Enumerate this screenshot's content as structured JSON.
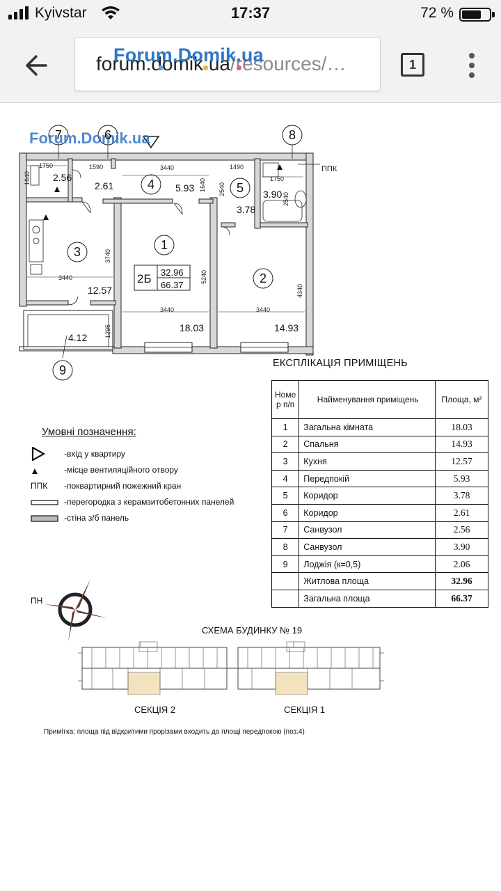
{
  "status_bar": {
    "carrier": "Kyivstar",
    "time": "17:37",
    "battery_percent_text": "72 %",
    "battery_level": 0.72
  },
  "browser": {
    "url_domain": "forum.domik.ua",
    "url_path": "/resources/…",
    "watermark": "Forum.Domik.ua",
    "tab_count": "1"
  },
  "plan": {
    "watermark": "Forum.Domik.ua",
    "apartment_type": "2Б",
    "living_area": "32.96",
    "total_area": "66.37",
    "ppk_label": "ППК",
    "room_numbers": [
      "1",
      "2",
      "3",
      "4",
      "5",
      "6",
      "7",
      "8",
      "9"
    ],
    "room_areas": {
      "r1": "18.03",
      "r2": "14.93",
      "r3": "12.57",
      "r4": "5.93",
      "r5": "3.78",
      "r6": "2.61",
      "r7": "2.56",
      "r8": "3.90",
      "r9": "4.12"
    },
    "dimensions": {
      "d1750a": "1750",
      "d1590": "1590",
      "d3440a": "3440",
      "d1490": "1490",
      "d1640a": "1640",
      "d1640b": "1640",
      "d2540a": "2540",
      "d2540b": "2540",
      "d1750b": "1750",
      "d3740": "3740",
      "d3440b": "3440",
      "d5240": "5240",
      "d4340": "4340",
      "d3440c": "3440",
      "d3440d": "3440",
      "d1295": "1295"
    }
  },
  "explication": {
    "title": "ЕКСПЛІКАЦІЯ ПРИМІЩЕНЬ",
    "headers": {
      "num": "Номе р п/п",
      "name": "Найменування приміщень",
      "area": "Площа,  м²"
    },
    "rows": [
      {
        "num": "1",
        "name": "Загальна кімната",
        "area": "18.03"
      },
      {
        "num": "2",
        "name": "Спальня",
        "area": "14.93"
      },
      {
        "num": "3",
        "name": "Кухня",
        "area": "12.57"
      },
      {
        "num": "4",
        "name": "Передпокій",
        "area": "5.93"
      },
      {
        "num": "5",
        "name": "Коридор",
        "area": "3.78"
      },
      {
        "num": "6",
        "name": "Коридор",
        "area": "2.61"
      },
      {
        "num": "7",
        "name": "Санвузол",
        "area": "2.56"
      },
      {
        "num": "8",
        "name": "Санвузол",
        "area": "3.90"
      },
      {
        "num": "9",
        "name": "Лоджія (к=0,5)",
        "area": "2.06"
      }
    ],
    "living": {
      "name": "Житлова площа",
      "area": "32.96"
    },
    "total": {
      "name": "Загальна площа",
      "area": "66.37"
    }
  },
  "legend": {
    "title": "Умовні позначення:",
    "ppk_symbol": "ППК",
    "items": [
      "-вхід у квартиру",
      "-місце вентиляційного отвору",
      "-поквартирний пожежний кран",
      "-перегородка з керамзитобетонних панелей",
      "-стіна з/б панель"
    ]
  },
  "scheme": {
    "title": "СХЕМА БУДИНКУ № 19",
    "section_2": "СЕКЦІЯ 2",
    "section_1": "СЕКЦІЯ 1",
    "compass_label": "ПН",
    "footnote": "Примітка: площа під відкритими прорізами входить до площі передпокою (поз.4)"
  },
  "colors": {
    "chrome_bg": "#f2f2f2",
    "watermark_blue": "#2f76c8",
    "highlight_apartment": "#f3e2bd"
  },
  "icons": [
    "signal-icon",
    "wifi-icon",
    "battery-icon",
    "back-arrow-icon",
    "tabs-icon",
    "more-vert-icon",
    "compass-icon",
    "entrance-triangle-icon",
    "vent-icon"
  ]
}
